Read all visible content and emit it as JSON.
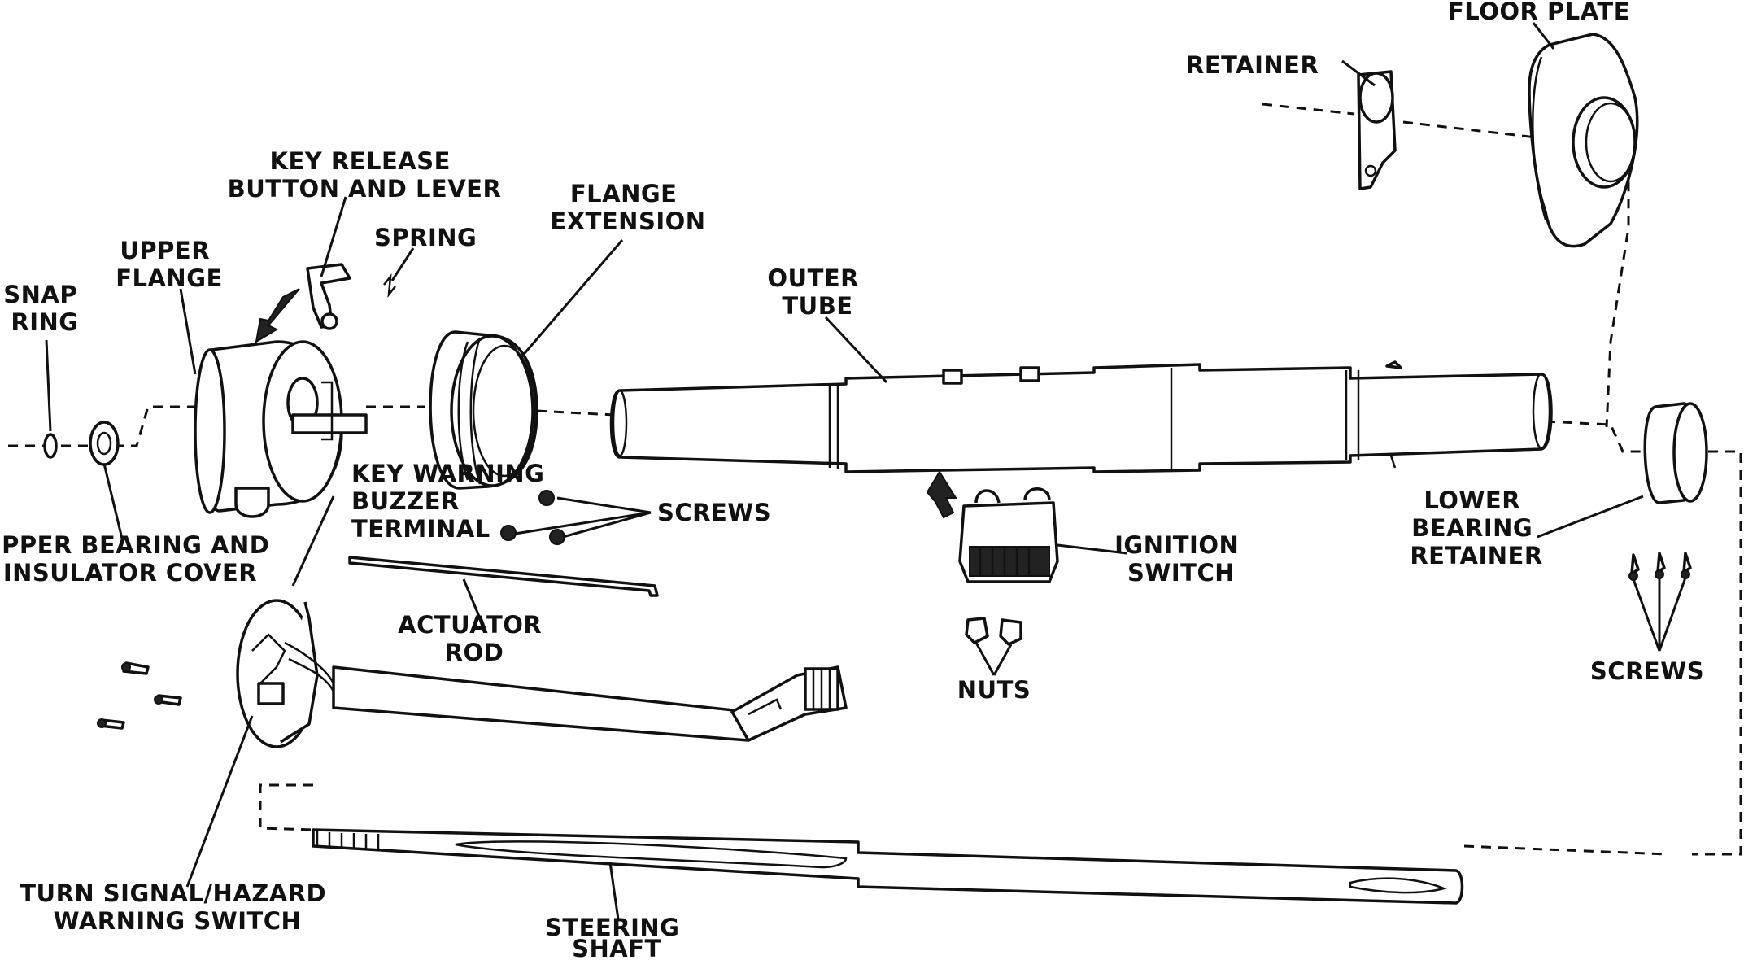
{
  "labels": {
    "floor_plate": "FLOOR PLATE",
    "retainer": "RETAINER",
    "key_release_1": "KEY RELEASE",
    "key_release_2": "BUTTON AND LEVER",
    "spring": "SPRING",
    "flange_extension_1": "FLANGE",
    "flange_extension_2": "EXTENSION",
    "upper_flange_1": "UPPER",
    "upper_flange_2": "FLANGE",
    "snap_ring_1": "SNAP",
    "snap_ring_2": "RING",
    "outer_tube_1": "OUTER",
    "outer_tube_2": "TUBE",
    "upper_bearing_1": "UPPER BEARING AND",
    "upper_bearing_2": "INSULATOR COVER",
    "key_warning_1": "KEY WARNING",
    "key_warning_2": "BUZZER",
    "key_warning_3": "TERMINAL",
    "screws_upper": "SCREWS",
    "lower_bearing_1": "LOWER",
    "lower_bearing_2": "BEARING",
    "lower_bearing_3": "RETAINER",
    "ignition_switch_1": "IGNITION",
    "ignition_switch_2": "SWITCH",
    "actuator_rod_1": "ACTUATOR",
    "actuator_rod_2": "ROD",
    "nuts": "NUTS",
    "screws_lower": "SCREWS",
    "turn_signal_1": "TURN SIGNAL/HAZARD",
    "turn_signal_2": "WARNING SWITCH",
    "steering_shaft_1": "STEERING",
    "steering_shaft_2": "SHAFT"
  }
}
